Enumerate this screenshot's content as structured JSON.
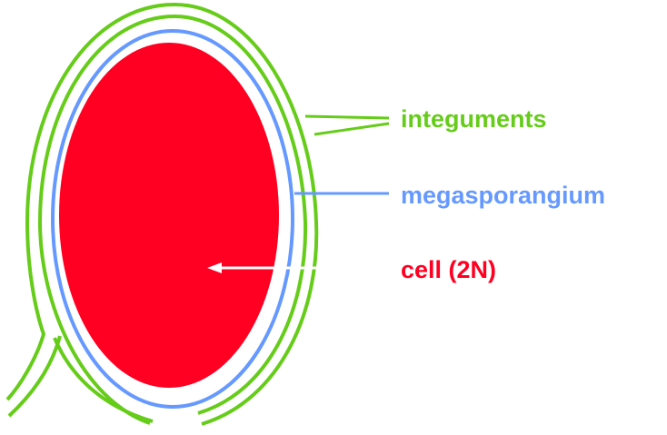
{
  "labels": {
    "integuments": "integuments",
    "megasporangium": "megasporangium",
    "cell": "cell (2N)"
  },
  "colors": {
    "integuments": "#66cc1a",
    "megasporangium": "#6699ff",
    "cell": "#ff0022",
    "background": "#ffffff"
  }
}
